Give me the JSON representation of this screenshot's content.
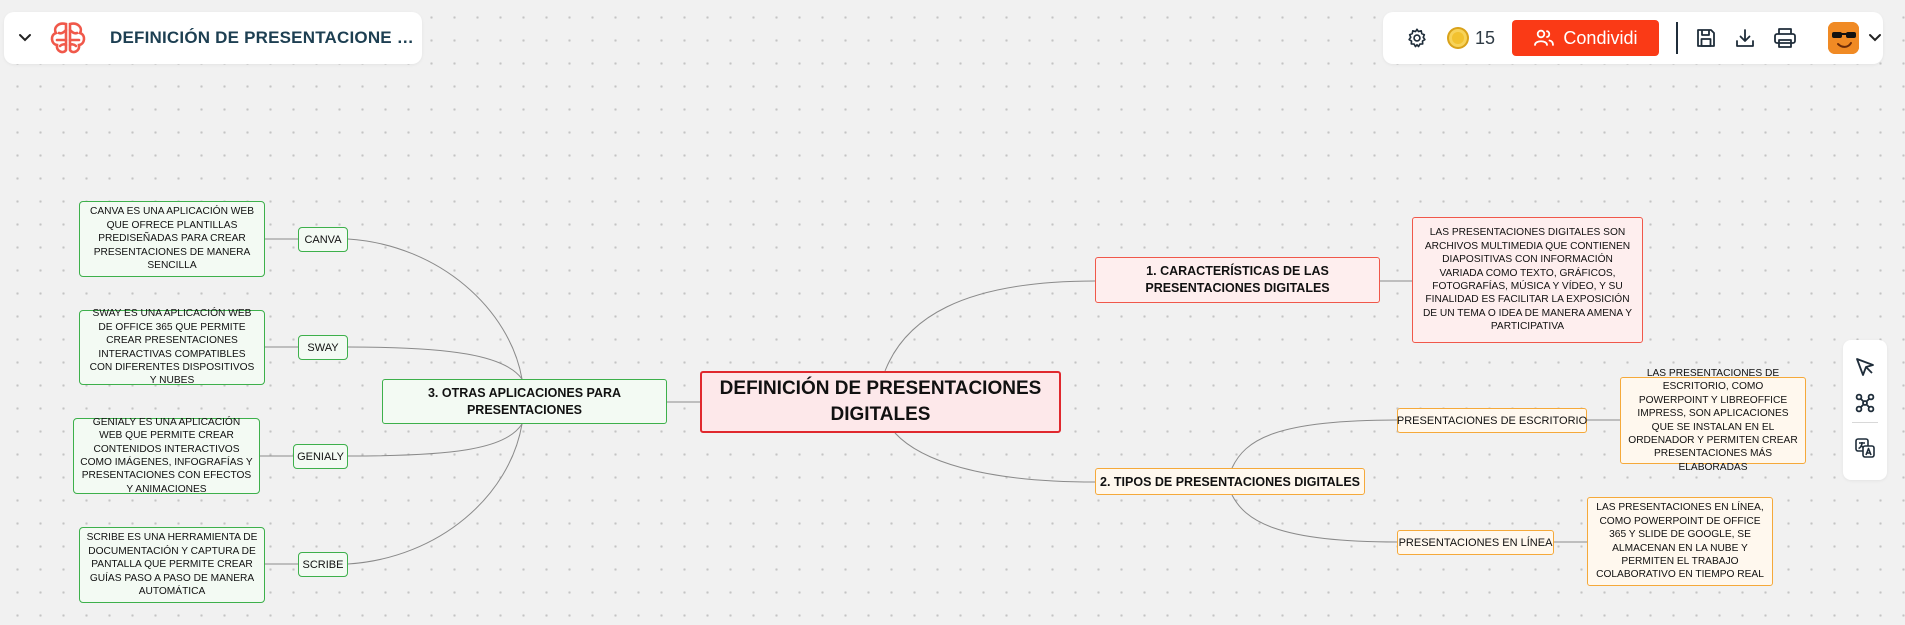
{
  "header": {
    "document_title": "DEFINICIÓN DE PRESENTACIONE …",
    "coins": "15",
    "share_label": "Condividi"
  },
  "icons": {
    "menu_toggle": "chevron-down-icon",
    "logo": "brain-icon",
    "settings": "gear-icon",
    "coins": "coin-icon",
    "share": "users-icon",
    "save": "save-icon",
    "download": "download-icon",
    "print": "print-icon",
    "avatar": "avatar-sunglasses-icon",
    "account_menu": "chevron-down-icon",
    "select_tool": "cursor-icon",
    "connect_tool": "network-icon",
    "translate_tool": "translate-icon"
  },
  "colors": {
    "accent": "#fa3a16",
    "center_border": "#e0282e",
    "red_branch": "#f0584a",
    "orange_branch": "#f5a93a",
    "green_branch": "#3db04b",
    "title_text": "#1d3f52",
    "coin": "#f2c230"
  },
  "mindmap": {
    "center": "DEFINICIÓN DE PRESENTACIONES DIGITALES",
    "branch1": {
      "title": "1. CARACTERÍSTICAS DE LAS PRESENTACIONES DIGITALES",
      "description": "LAS PRESENTACIONES DIGITALES SON ARCHIVOS MULTIMEDIA QUE CONTIENEN DIAPOSITIVAS CON INFORMACIÓN VARIADA COMO TEXTO, GRÁFICOS, FOTOGRAFÍAS, MÚSICA Y VÍDEO, Y SU FINALIDAD ES FACILITAR LA EXPOSICIÓN DE UN TEMA O IDEA DE MANERA AMENA Y PARTICIPATIVA"
    },
    "branch2": {
      "title": "2. TIPOS DE PRESENTACIONES DIGITALES",
      "items": [
        {
          "label": "PRESENTACIONES DE ESCRITORIO",
          "description": "LAS PRESENTACIONES DE ESCRITORIO, COMO POWERPOINT Y LIBREOFFICE IMPRESS, SON APLICACIONES QUE SE INSTALAN EN EL ORDENADOR Y PERMITEN CREAR PRESENTACIONES MÁS ELABORADAS"
        },
        {
          "label": "PRESENTACIONES EN LÍNEA",
          "description": "LAS PRESENTACIONES EN LÍNEA, COMO POWERPOINT DE OFFICE 365 Y SLIDE DE GOOGLE, SE ALMACENAN EN LA NUBE Y PERMITEN EL TRABAJO COLABORATIVO EN TIEMPO REAL"
        }
      ]
    },
    "branch3": {
      "title": "3. OTRAS APLICACIONES PARA PRESENTACIONES",
      "items": [
        {
          "label": "CANVA",
          "description": "CANVA ES UNA APLICACIÓN WEB QUE OFRECE PLANTILLAS PREDISEÑADAS PARA CREAR PRESENTACIONES DE MANERA SENCILLA"
        },
        {
          "label": "SWAY",
          "description": "SWAY ES UNA APLICACIÓN WEB DE OFFICE 365 QUE PERMITE CREAR PRESENTACIONES INTERACTIVAS COMPATIBLES CON DIFERENTES DISPOSITIVOS Y NUBES"
        },
        {
          "label": "GENIALY",
          "description": "GENIALY ES UNA APLICACIÓN WEB QUE PERMITE CREAR CONTENIDOS INTERACTIVOS COMO IMÁGENES, INFOGRAFÍAS Y PRESENTACIONES CON EFECTOS Y ANIMACIONES"
        },
        {
          "label": "SCRIBE",
          "description": "SCRIBE ES UNA HERRAMIENTA DE DOCUMENTACIÓN Y CAPTURA DE PANTALLA QUE PERMITE CREAR GUÍAS PASO A PASO DE MANERA AUTOMÁTICA"
        }
      ]
    }
  }
}
